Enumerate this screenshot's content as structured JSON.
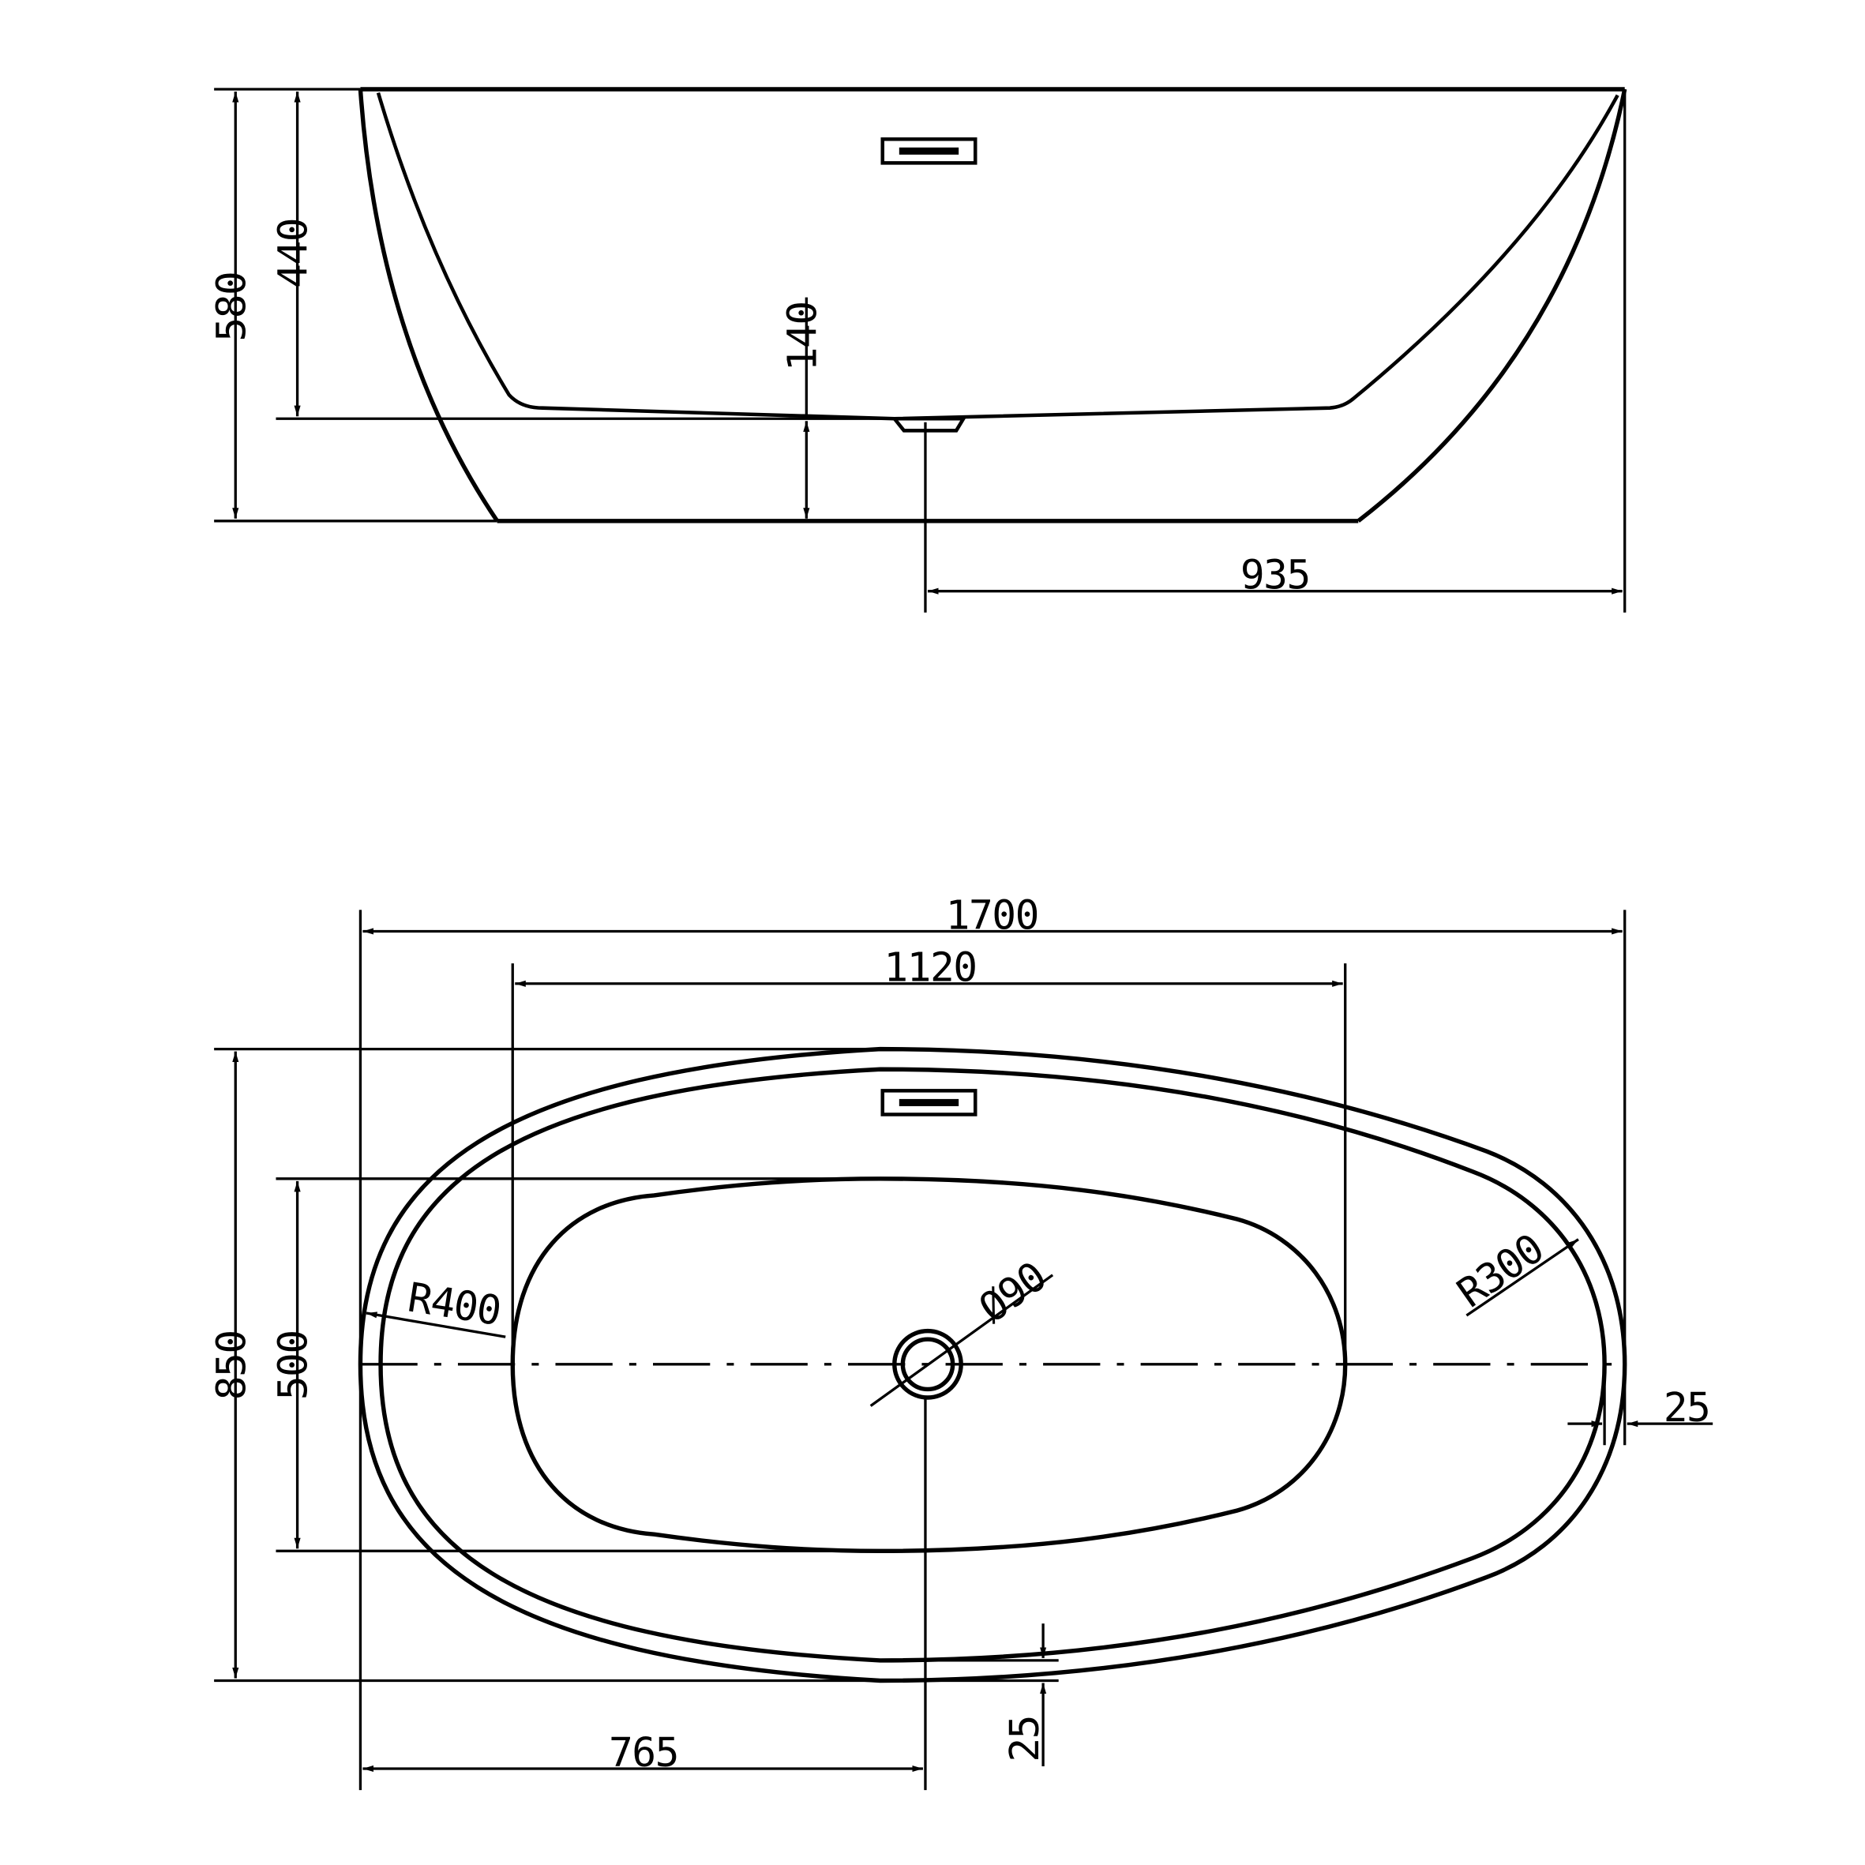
{
  "side_view": {
    "dimensions": {
      "total_height": "580",
      "inner_depth": "440",
      "floor_to_base": "140",
      "drain_to_end": "935"
    },
    "icons": [
      "overflow-icon",
      "drain-icon"
    ]
  },
  "top_view": {
    "dimensions": {
      "total_length": "1700",
      "basin_length": "1120",
      "total_width": "850",
      "basin_width": "500",
      "left_radius": "R400",
      "drain_diameter": "Ø90",
      "right_radius": "R300",
      "rim_width_right": "25",
      "rim_width_bottom": "25",
      "drain_offset": "765"
    },
    "icons": [
      "overflow-icon",
      "drain-icon"
    ]
  },
  "colors": {
    "line": "#000000",
    "background": "#ffffff"
  }
}
